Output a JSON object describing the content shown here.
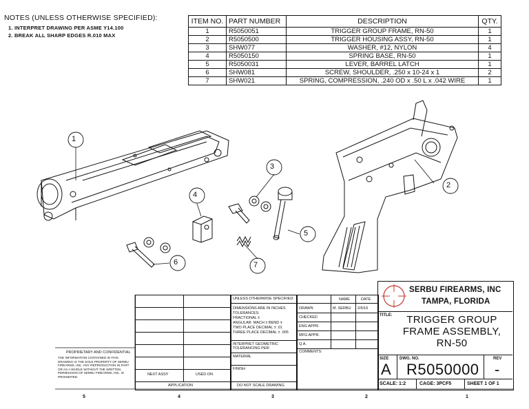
{
  "notes": {
    "title": "NOTES (UNLESS OTHERWISE SPECIFIED):",
    "items": [
      "1.   INTERPRET DRAWING PER ASME Y14.100",
      "2.   BREAK ALL SHARP EDGES R.010 MAX"
    ]
  },
  "bom": {
    "headers": [
      "ITEM NO.",
      "PART NUMBER",
      "DESCRIPTION",
      "QTY."
    ],
    "rows": [
      [
        "1",
        "R5050051",
        "TRIGGER GROUP FRAME, RN-50",
        "1"
      ],
      [
        "2",
        "R5050500",
        "TRIGGER HOUSING ASSY, RN-50",
        "1"
      ],
      [
        "3",
        "SHW077",
        "WASHER, #12, NYLON",
        "4"
      ],
      [
        "4",
        "R5050150",
        "SPRING BASE, RN-50",
        "1"
      ],
      [
        "5",
        "R5050031",
        "LEVER, BARREL LATCH",
        "1"
      ],
      [
        "6",
        "SHW081",
        "SCREW, SHOULDER, .250 x 10-24 x 1",
        "2"
      ],
      [
        "7",
        "SHW021",
        "SPRING, COMPRESSION, .240 OD x .50 L x .042 WIRE",
        "1"
      ]
    ]
  },
  "balloons": [
    "1",
    "2",
    "3",
    "4",
    "5",
    "6",
    "7"
  ],
  "title_block": {
    "unless": "UNLESS OTHERWISE SPECIFIED:",
    "dims": "DIMENSIONS ARE IN INCHES",
    "tol": "TOLERANCES:",
    "frac": "FRACTIONAL ±",
    "angular": "ANGULAR: MACH ±   BEND ±",
    "two_place": "TWO PLACE DECIMAL   ± .01",
    "three_place": "THREE PLACE DECIMAL  ± .005",
    "interpret": "INTERPRET GEOMETRIC TOLERANCING PER:",
    "material": "MATERIAL",
    "finish": "FINISH",
    "do_not_scale": "DO NOT SCALE DRAWING",
    "name_hdr": "NAME",
    "date_hdr": "DATE",
    "drawn": "DRAWN",
    "drawn_name": "M. SERBU",
    "drawn_date": "2/6/16",
    "checked": "CHECKED",
    "eng_appr": "ENG APPR.",
    "mfg_appr": "MFG APPR.",
    "qa": "Q.A.",
    "comments": "COMMENTS:",
    "next_assy": "NEXT ASSY",
    "used_on": "USED ON",
    "application": "APPLICATION",
    "proprietary_title": "PROPRIETARY AND CONFIDENTIAL",
    "proprietary_text": "THE INFORMATION CONTAINED IN THIS DRAWING IS THE SOLE PROPERTY OF SERBU FIREARMS, INC. ANY REPRODUCTION IN PART OR AS A WHOLE WITHOUT THE WRITTEN PERMISSION OF SERBU FIREARMS, INC. IS PROHIBITED.",
    "company_line1": "SERBU FIREARMS, INC",
    "company_line2": "TAMPA, FLORIDA",
    "title_label": "TITLE:",
    "title_line1": "TRIGGER GROUP",
    "title_line2": "FRAME ASSEMBLY,",
    "title_line3": "RN-50",
    "size_label": "SIZE",
    "size": "A",
    "dwg_label": "DWG. NO.",
    "dwg_no": "R5050000",
    "rev_label": "REV",
    "rev": "-",
    "scale": "SCALE: 1:2",
    "cage": "CAGE: 3PCF5",
    "sheet": "SHEET 1 OF 1"
  },
  "zones": [
    "5",
    "4",
    "3",
    "2",
    "1"
  ]
}
